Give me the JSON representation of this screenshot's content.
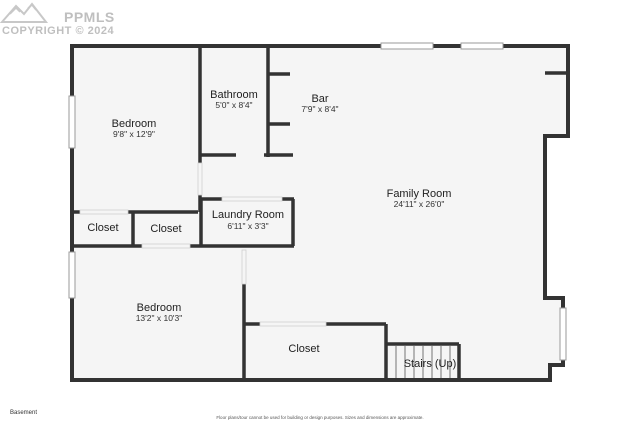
{
  "watermark": {
    "brand": "PPMLS",
    "copyright": "COPYRIGHT © 2024"
  },
  "floor_label": "Basement",
  "disclaimer": "Floor plans/tour cannot be used for building or design purposes. Sizes and dimensions are approximate.",
  "rooms": {
    "bedroom_top": {
      "name": "Bedroom",
      "dim": "9'8\" x 12'9\""
    },
    "bathroom": {
      "name": "Bathroom",
      "dim": "5'0\" x 8'4\""
    },
    "bar": {
      "name": "Bar",
      "dim": "7'9\" x 8'4\""
    },
    "family_room": {
      "name": "Family Room",
      "dim": "24'11\" x 26'0\""
    },
    "closet_left": {
      "name": "Closet"
    },
    "closet_mid": {
      "name": "Closet"
    },
    "laundry": {
      "name": "Laundry Room",
      "dim": "6'11\" x 3'3\""
    },
    "bedroom_bottom": {
      "name": "Bedroom",
      "dim": "13'2\" x 10'3\""
    },
    "closet_bottom": {
      "name": "Closet"
    },
    "stairs": {
      "name": "Stairs (Up)"
    }
  },
  "colors": {
    "wall": "#333333",
    "floor": "#f5f5f5",
    "window": "#9a9a9a"
  }
}
